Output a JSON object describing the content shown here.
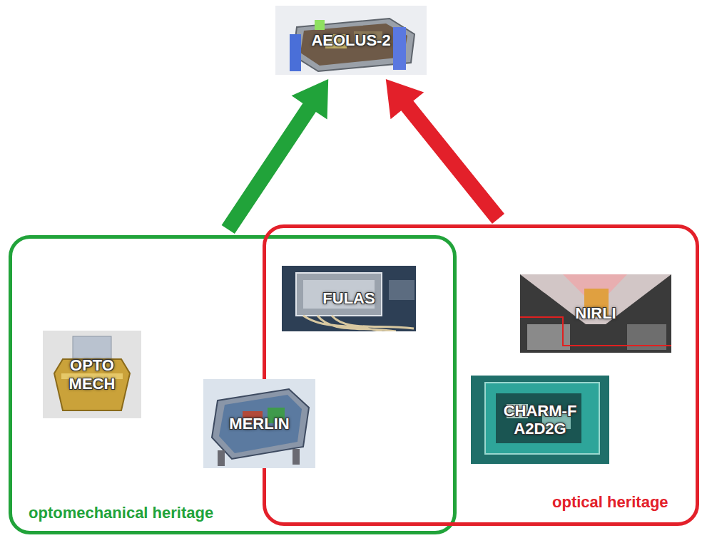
{
  "diagram": {
    "nodes": [
      {
        "text": [
          "AEOLUS-2"
        ]
      },
      {
        "text": [
          "optomechanical heritage"
        ]
      },
      {
        "text": [
          "optical heritage"
        ]
      },
      {
        "text": [
          "OPTO MECH"
        ],
        "in": 1
      },
      {
        "text": [
          "MERLIN"
        ],
        "in": 1
      },
      {
        "text": [
          "FULAS"
        ],
        "in": 1
      },
      {
        "text": [
          "NIRLI"
        ],
        "in": 2
      },
      {
        "text": [
          "CHARM-F A2D2G"
        ],
        "in": 2
      }
    ],
    "edges": [
      {
        "from": 1,
        "to": 0,
        "arrow": "to"
      },
      {
        "from": 2,
        "to": 0,
        "arrow": "to"
      }
    ]
  }
}
